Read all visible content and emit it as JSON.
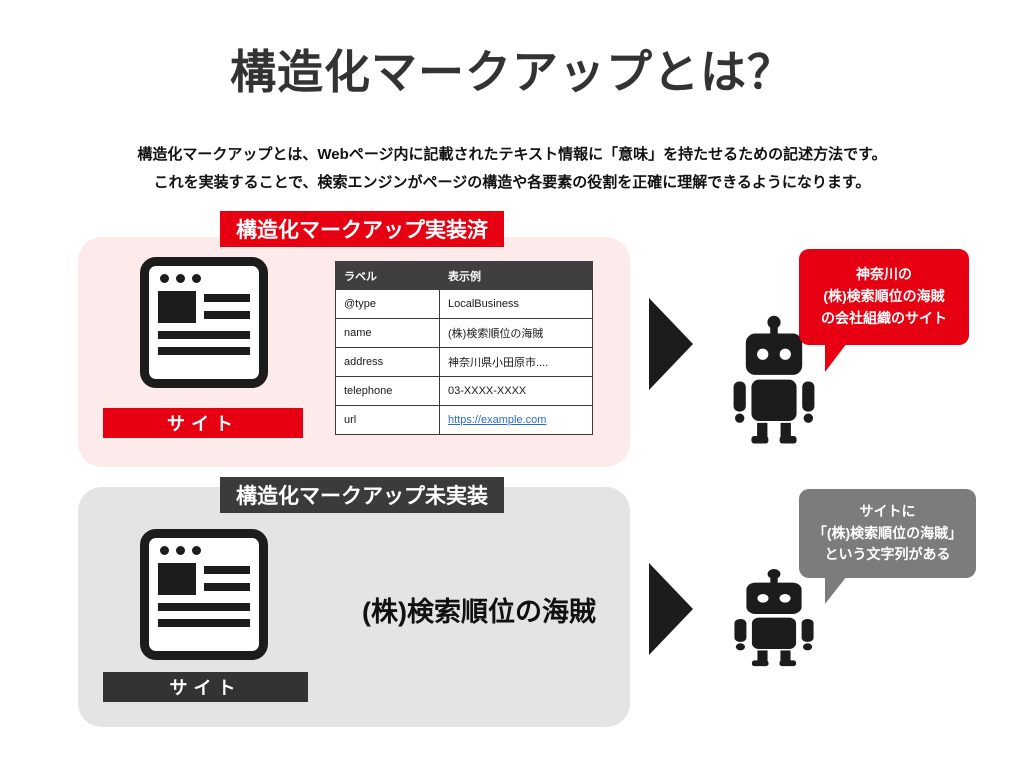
{
  "page": {
    "title": "構造化マークアップとは？",
    "description_line1": "構造化マークアップとは、Webページ内に記載されたテキスト情報に「意味」を持たせるための記述方法です。",
    "description_line2": "これを実装することで、検索エンジンがページの構造や各要素の役割を正確に理解できるようになります。"
  },
  "implemented": {
    "badge": "構造化マークアップ実装済",
    "site_label": "サイト",
    "table": {
      "headers": [
        "ラベル",
        "表示例"
      ],
      "rows": [
        [
          "@type",
          "LocalBusiness"
        ],
        [
          "name",
          "(株)検索順位の海賊"
        ],
        [
          "address",
          "神奈川県小田原市...."
        ],
        [
          "telephone",
          "03-XXXX-XXXX"
        ],
        [
          "url",
          "https://example.com"
        ]
      ]
    },
    "bubble": "神奈川の\n(株)検索順位の海賊\nの会社組織のサイト"
  },
  "not_implemented": {
    "badge": "構造化マークアップ未実装",
    "site_label": "サイト",
    "site_text": "(株)検索順位の海賊",
    "bubble": "サイトに\n「(株)検索順位の海賊」\nという文字列がある"
  },
  "colors": {
    "red": "#e60012",
    "pink_bg": "#fdeaea",
    "gray_bg": "#e4e4e4",
    "dark": "#3b3b3b",
    "bubble_gray": "#7c7c7c",
    "link_blue": "#2a6bd4"
  }
}
